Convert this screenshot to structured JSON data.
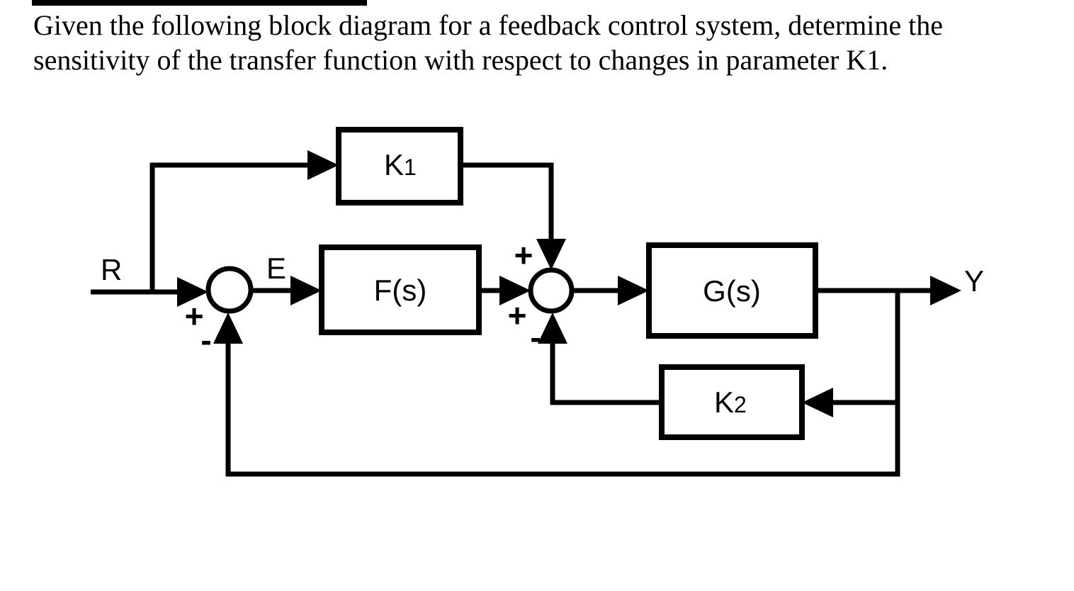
{
  "question": {
    "line1": "Given the following block diagram for a feedback control system, determine the",
    "line2": "sensitivity of the transfer function with respect to changes in parameter K1."
  },
  "diagram": {
    "input_label": "R",
    "error_label": "E",
    "output_label": "Y",
    "blocks": {
      "k1": {
        "base": "K",
        "sub": "1"
      },
      "f": {
        "label": "F(s)"
      },
      "g": {
        "label": "G(s)"
      },
      "k2": {
        "base": "K",
        "sub": "2"
      }
    },
    "sum1": {
      "input_sign": "+",
      "feedback_sign": "-"
    },
    "sum2": {
      "top_sign": "+",
      "input_sign": "+",
      "feedback_sign": "-"
    },
    "colors": {
      "ink": "#000000",
      "background": "#ffffff"
    }
  }
}
